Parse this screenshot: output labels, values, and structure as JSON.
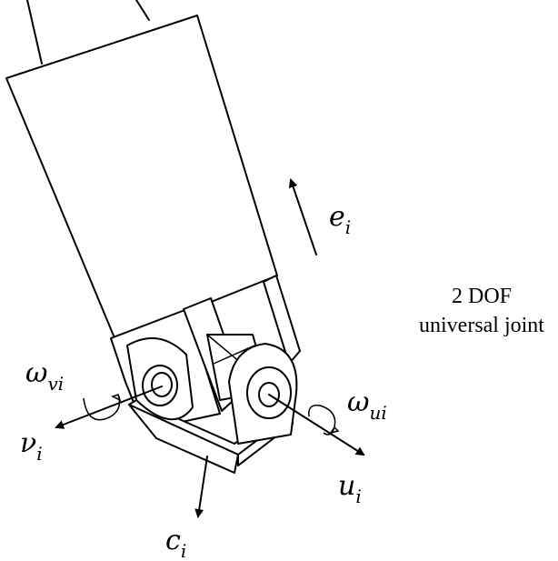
{
  "caption": {
    "line1": "2 DOF",
    "line2": "universal joint"
  },
  "labels": {
    "e": {
      "base": "e",
      "sub": "i"
    },
    "omega_v": {
      "base": "ω",
      "sub": "vi"
    },
    "nu": {
      "base": "ν",
      "sub": "i"
    },
    "omega_u": {
      "base": "ω",
      "sub": "ui"
    },
    "u": {
      "base": "u",
      "sub": "i"
    },
    "c": {
      "base": "c",
      "sub": "i"
    }
  }
}
